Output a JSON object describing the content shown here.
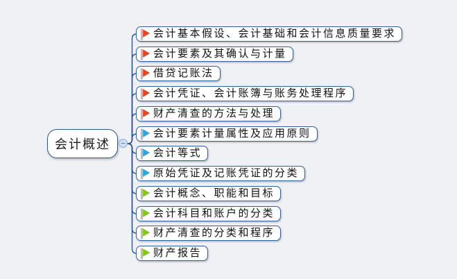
{
  "root": {
    "label": "会计概述"
  },
  "toggle": {
    "symbol": "−"
  },
  "branches": [
    {
      "label": "会计基本假设、会计基础和会计信息质量要求",
      "flag": "red"
    },
    {
      "label": "会计要素及其确认与计量",
      "flag": "red"
    },
    {
      "label": "借贷记账法",
      "flag": "red"
    },
    {
      "label": "会计凭证、会计账簿与账务处理程序",
      "flag": "red"
    },
    {
      "label": "财产清查的方法与处理",
      "flag": "red"
    },
    {
      "label": "会计要素计量属性及应用原则",
      "flag": "blue"
    },
    {
      "label": "会计等式",
      "flag": "blue"
    },
    {
      "label": "原始凭证及记账凭证的分类",
      "flag": "blue"
    },
    {
      "label": "会计概念、职能和目标",
      "flag": "green"
    },
    {
      "label": "会计科目和账户的分类",
      "flag": "green"
    },
    {
      "label": "财产清查的分类和程序",
      "flag": "green"
    },
    {
      "label": "财产报告",
      "flag": "green"
    }
  ],
  "colors": {
    "background": "#f0f1f5",
    "node_border": "#33619c",
    "root_border": "#2e5880",
    "connector": "#2b5894",
    "flag_red": "#e8471d",
    "flag_blue": "#2ba7e0",
    "flag_green": "#85c812",
    "flag_pole": "#c9c9cf"
  }
}
